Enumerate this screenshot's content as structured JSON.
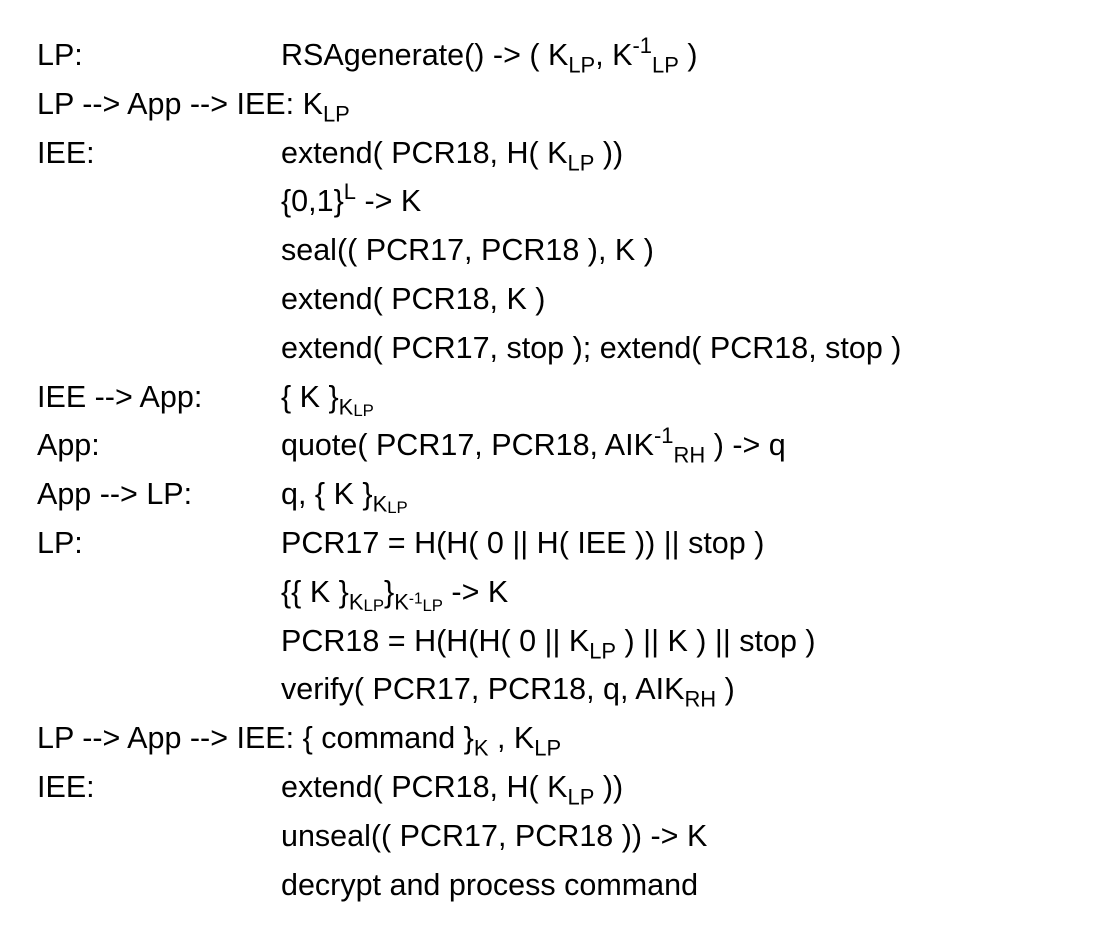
{
  "rows": [
    {
      "actor": "LP:",
      "step": [
        {
          "t": "RSAgenerate() -> ( K"
        },
        {
          "t": "LP",
          "s": "sub"
        },
        {
          "t": ", K"
        },
        {
          "t": "-1",
          "s": "sup"
        },
        {
          "t": "LP",
          "s": "sub"
        },
        {
          "t": " )"
        }
      ]
    },
    {
      "actor": "",
      "full": true,
      "step": [
        {
          "t": "LP --> App --> IEE: K"
        },
        {
          "t": "LP",
          "s": "sub"
        }
      ]
    },
    {
      "actor": "IEE:",
      "step": [
        {
          "t": "extend( PCR18, H( K"
        },
        {
          "t": "LP",
          "s": "sub"
        },
        {
          "t": " ))"
        }
      ]
    },
    {
      "actor": "",
      "step": [
        {
          "t": "{0,1}"
        },
        {
          "t": "L",
          "s": "sup"
        },
        {
          "t": " -> K"
        }
      ]
    },
    {
      "actor": "",
      "step": [
        {
          "t": "seal(( PCR17, PCR18 ), K )"
        }
      ]
    },
    {
      "actor": "",
      "step": [
        {
          "t": "extend( PCR18, K )"
        }
      ]
    },
    {
      "actor": "",
      "step": [
        {
          "t": "extend( PCR17, stop ); extend( PCR18, stop )"
        }
      ]
    },
    {
      "actor": "IEE --> App:",
      "step": [
        {
          "t": "{ K }"
        },
        {
          "t": "K",
          "s": "sub"
        },
        {
          "t": "LP",
          "s": "subsub"
        }
      ]
    },
    {
      "actor": "App:",
      "step": [
        {
          "t": "quote( PCR17, PCR18, AIK"
        },
        {
          "t": "-1",
          "s": "sup"
        },
        {
          "t": "RH",
          "s": "sub"
        },
        {
          "t": " ) -> q"
        }
      ]
    },
    {
      "actor": "App --> LP:",
      "step": [
        {
          "t": "q, { K }"
        },
        {
          "t": "K",
          "s": "sub"
        },
        {
          "t": "LP",
          "s": "subsub"
        }
      ]
    },
    {
      "actor": "LP:",
      "step": [
        {
          "t": "PCR17 = H(H( 0 || H( IEE )) || stop )"
        }
      ]
    },
    {
      "actor": "",
      "step": [
        {
          "t": "{{ K }"
        },
        {
          "t": "K",
          "s": "sub"
        },
        {
          "t": "LP",
          "s": "subsub"
        },
        {
          "t": "}"
        },
        {
          "t": "K",
          "s": "sub"
        },
        {
          "t": "-1",
          "s": "subsup"
        },
        {
          "t": "LP",
          "s": "subsub"
        },
        {
          "t": " -> K"
        }
      ]
    },
    {
      "actor": "",
      "step": [
        {
          "t": "PCR18 = H(H(H( 0 || K"
        },
        {
          "t": "LP",
          "s": "sub"
        },
        {
          "t": " ) || K ) || stop )"
        }
      ]
    },
    {
      "actor": "",
      "step": [
        {
          "t": "verify( PCR17, PCR18, q, AIK"
        },
        {
          "t": "RH",
          "s": "sub"
        },
        {
          "t": " )"
        }
      ]
    },
    {
      "actor": "",
      "full": true,
      "step": [
        {
          "t": "LP --> App --> IEE: { command }"
        },
        {
          "t": "K",
          "s": "sub"
        },
        {
          "t": " , K"
        },
        {
          "t": "LP",
          "s": "sub"
        }
      ]
    },
    {
      "actor": "IEE:",
      "step": [
        {
          "t": "extend( PCR18, H( K"
        },
        {
          "t": "LP",
          "s": "sub"
        },
        {
          "t": " ))"
        }
      ]
    },
    {
      "actor": "",
      "step": [
        {
          "t": "unseal(( PCR17, PCR18 )) -> K"
        }
      ]
    },
    {
      "actor": "",
      "step": [
        {
          "t": "decrypt and process command"
        }
      ]
    }
  ]
}
